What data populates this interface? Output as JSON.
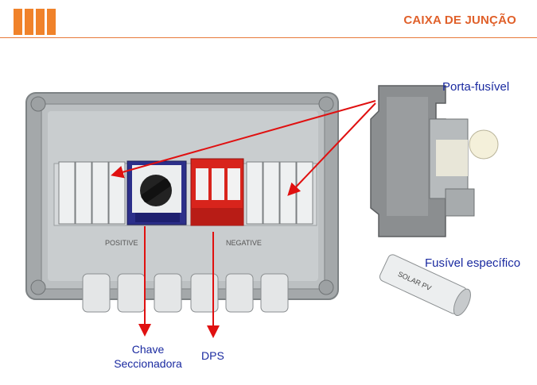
{
  "header": {
    "title": "CAIXA DE JUNÇÃO",
    "accent": "#f0822a"
  },
  "box": {
    "positive_label": "POSITIVE",
    "negative_label": "NEGATIVE"
  },
  "labels": {
    "porta_fusivel": "Porta-fusível",
    "fusivel_especifico": "Fusível específico",
    "chave_line1": "Chave",
    "chave_line2": "Seccionadora",
    "dps": "DPS"
  },
  "fuse": {
    "text": "SOLAR PV"
  },
  "colors": {
    "label_text": "#1a2aa0",
    "arrow": "#e01010"
  }
}
